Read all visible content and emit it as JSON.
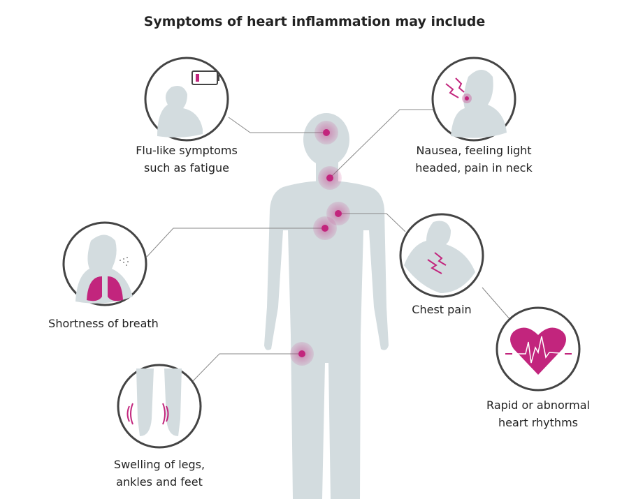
{
  "title": "Symptoms of heart inflammation may include",
  "colors": {
    "accent": "#c2257d",
    "silhouette": "#d3dcdf",
    "ring": "#444444",
    "line": "#888888"
  },
  "symptoms": [
    {
      "icon": "fatigue-battery-icon",
      "line1": "Flu-like symptoms",
      "line2": "such as fatigue"
    },
    {
      "icon": "neck-pain-icon",
      "line1": "Nausea, feeling light",
      "line2": "headed, pain in neck"
    },
    {
      "icon": "lungs-icon",
      "line1": "Shortness of breath"
    },
    {
      "icon": "chest-pain-icon",
      "line1": "Chest pain"
    },
    {
      "icon": "heart-rhythm-icon",
      "line1": "Rapid or abnormal",
      "line2": "heart rhythms"
    },
    {
      "icon": "leg-swelling-icon",
      "line1": "Swelling of legs,",
      "line2": "ankles and feet"
    }
  ]
}
